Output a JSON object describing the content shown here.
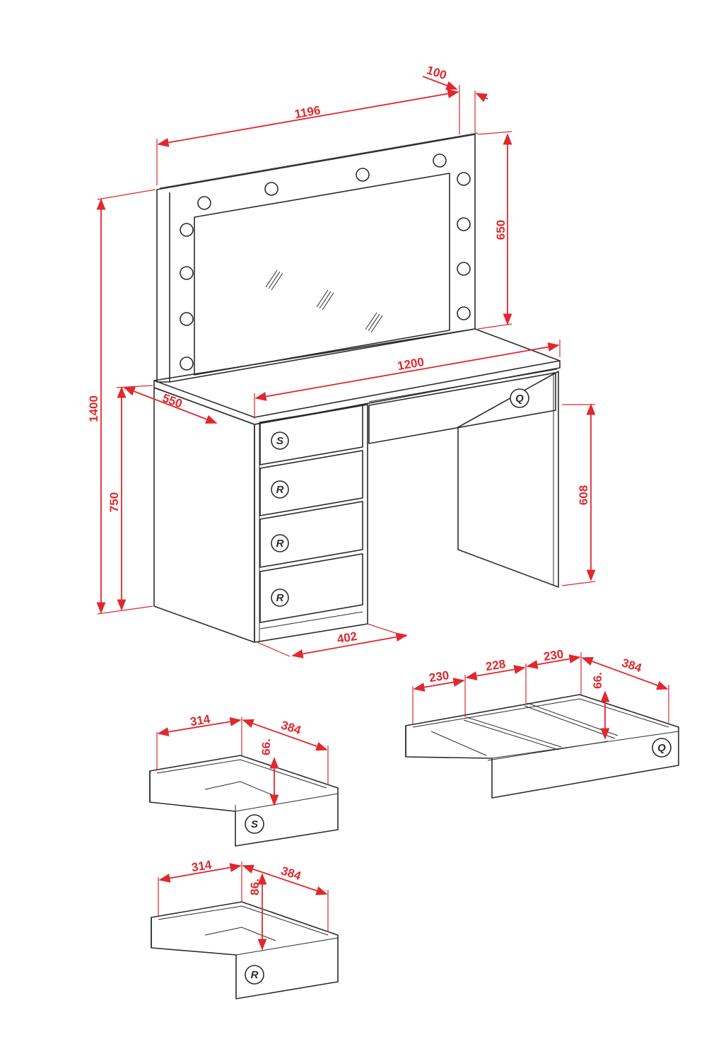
{
  "dimensions": {
    "mirror_depth": "100",
    "mirror_width": "1196",
    "mirror_height": "650",
    "total_height": "1400",
    "table_width": "1200",
    "table_depth": "550",
    "table_height": "750",
    "leg_height": "608",
    "cabinet_width": "402"
  },
  "drawer_labels": {
    "top_wide": "Q",
    "small": "S",
    "regular_1": "R",
    "regular_2": "R",
    "regular_3": "R"
  },
  "drawer_s": {
    "width": "314",
    "depth": "384",
    "height": "66.",
    "label": "S"
  },
  "drawer_r": {
    "width": "314",
    "depth": "384",
    "height": "86.",
    "label": "R"
  },
  "drawer_q": {
    "w1": "230",
    "w2": "228",
    "w3": "230",
    "depth": "384",
    "height": "66.",
    "label": "Q"
  }
}
